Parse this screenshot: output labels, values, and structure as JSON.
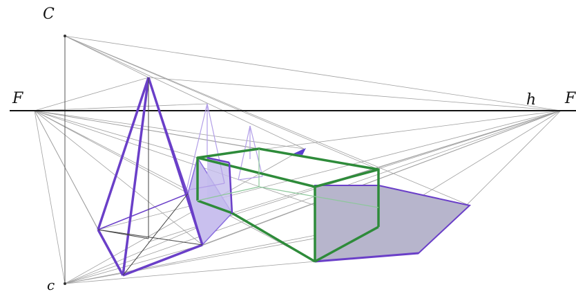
{
  "labels": {
    "c_top": "C",
    "c_bottom": "c",
    "f_left": "F",
    "h": "h",
    "f_right": "F"
  },
  "colors": {
    "horizon": "#111111",
    "construction": "#9a9a9a",
    "pyramid": "#6a3fc8",
    "pyramid_light": "#b9a6ec",
    "prism": "#2e8b3a",
    "shadow_fill": "#b7b5cc",
    "shadow_edge": "#6a3fc8"
  }
}
